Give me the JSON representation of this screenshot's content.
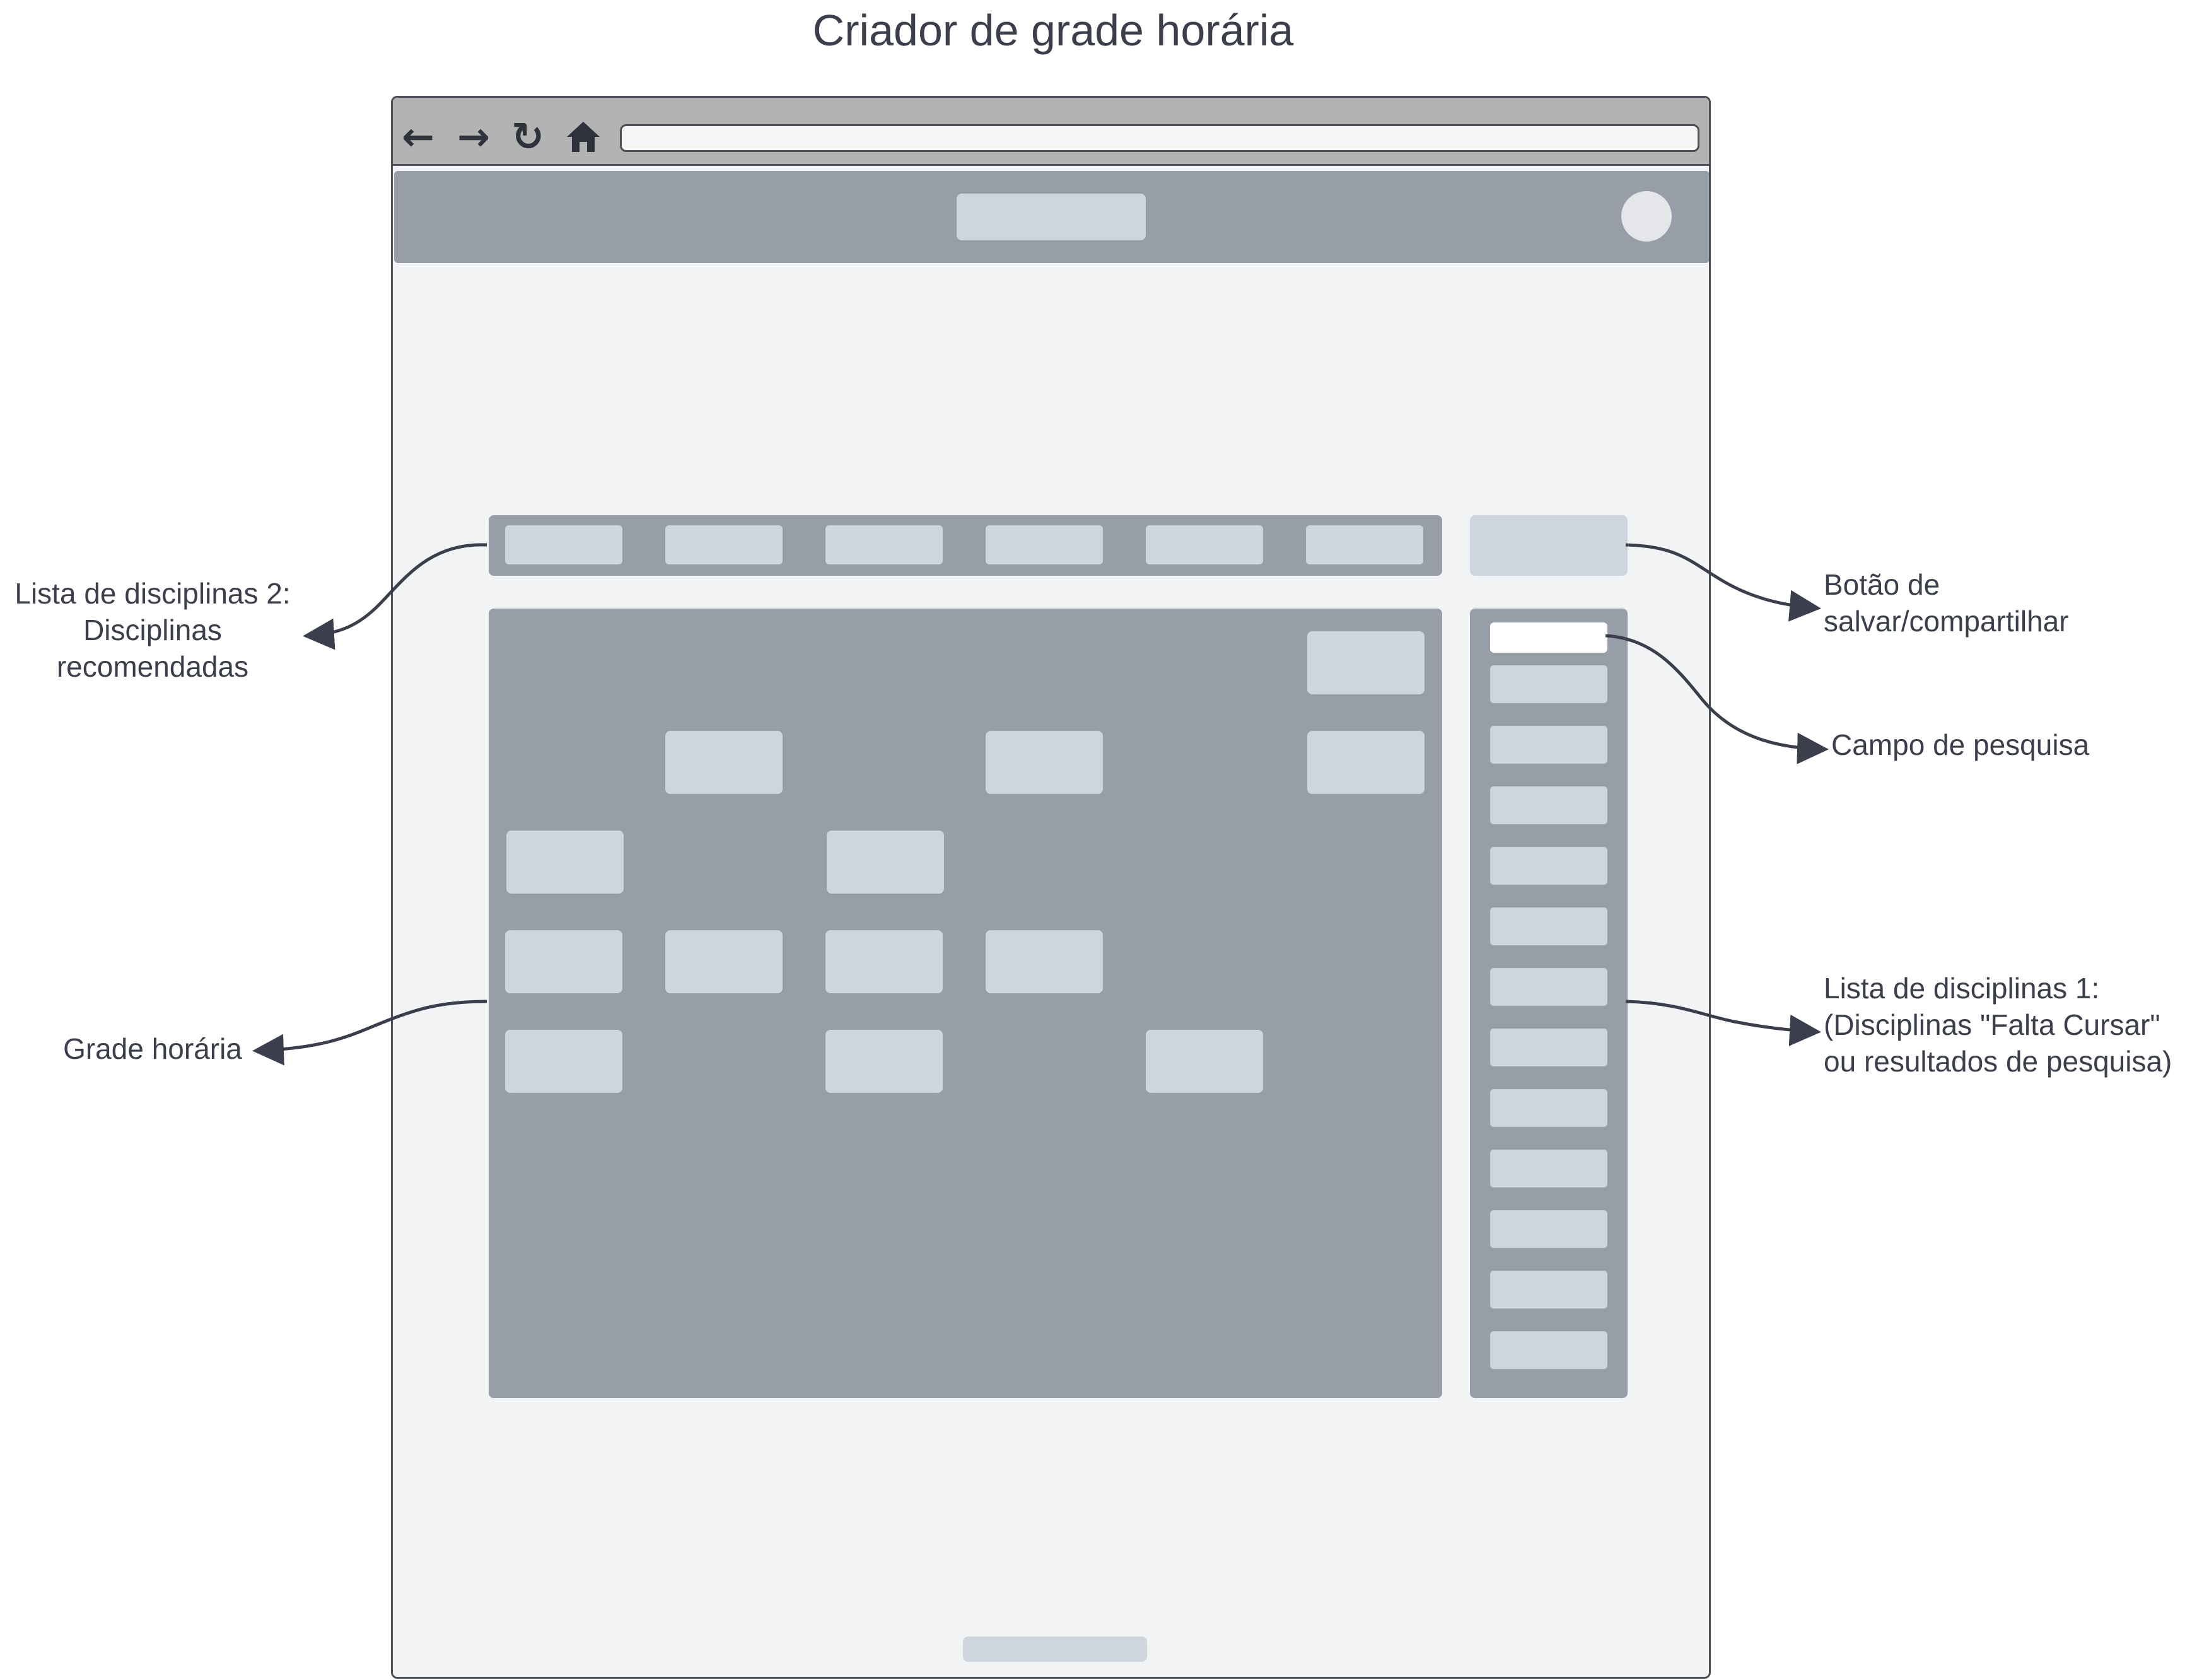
{
  "diagram": {
    "title": "Criador de grade horária",
    "annotations": {
      "recommended_list": [
        "Lista de disciplinas 2:",
        "Disciplinas",
        "recomendadas"
      ],
      "save_button": [
        "Botão de",
        "salvar/compartilhar"
      ],
      "search_field": [
        "Campo de pesquisa"
      ],
      "schedule_grid": [
        "Grade horária"
      ],
      "pending_list": [
        "Lista de disciplinas 1:",
        "(Disciplinas \"Falta Cursar\"",
        "ou resultados de pesquisa)"
      ]
    }
  },
  "wireframe": {
    "navigation_icons": [
      "arrow-left-icon",
      "arrow-right-icon",
      "reload-icon",
      "home-icon"
    ],
    "colors": {
      "panel": "#989ea8",
      "placeholder": "#cfd5dd",
      "background": "#f2f3f5",
      "chrome": "#b3b3b3",
      "outline": "#4b4f58",
      "text": "#3a3f4b"
    }
  }
}
